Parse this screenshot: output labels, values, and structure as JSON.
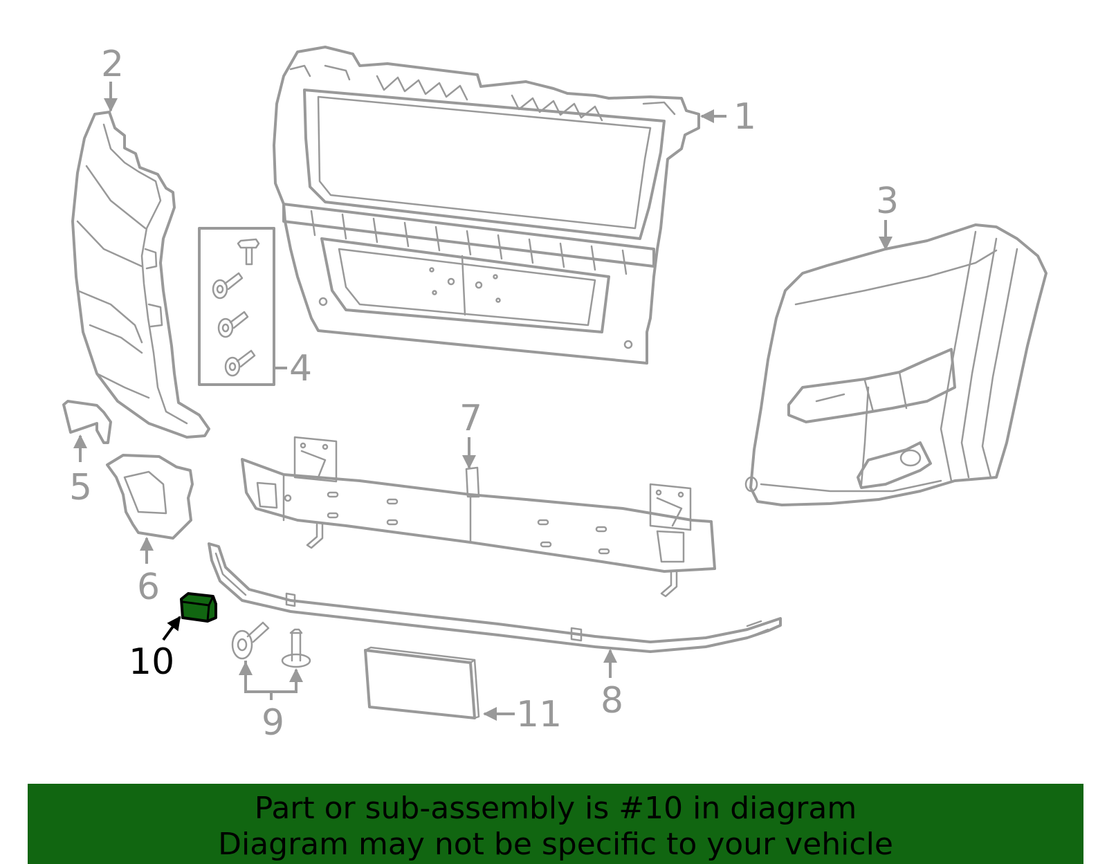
{
  "callouts": {
    "c1": "1",
    "c2": "2",
    "c3": "3",
    "c4": "4",
    "c5": "5",
    "c6": "6",
    "c7": "7",
    "c8": "8",
    "c9": "9",
    "c10": "10",
    "c11": "11"
  },
  "highlight_part": "10",
  "colors": {
    "line_art": "#999999",
    "highlight_fill": "#116611",
    "banner_bg": "#116611",
    "text_highlight": "#000000"
  },
  "banner": {
    "line1": "Part or sub-assembly is #10 in diagram",
    "line2": "Diagram may not be specific to your vehicle"
  }
}
